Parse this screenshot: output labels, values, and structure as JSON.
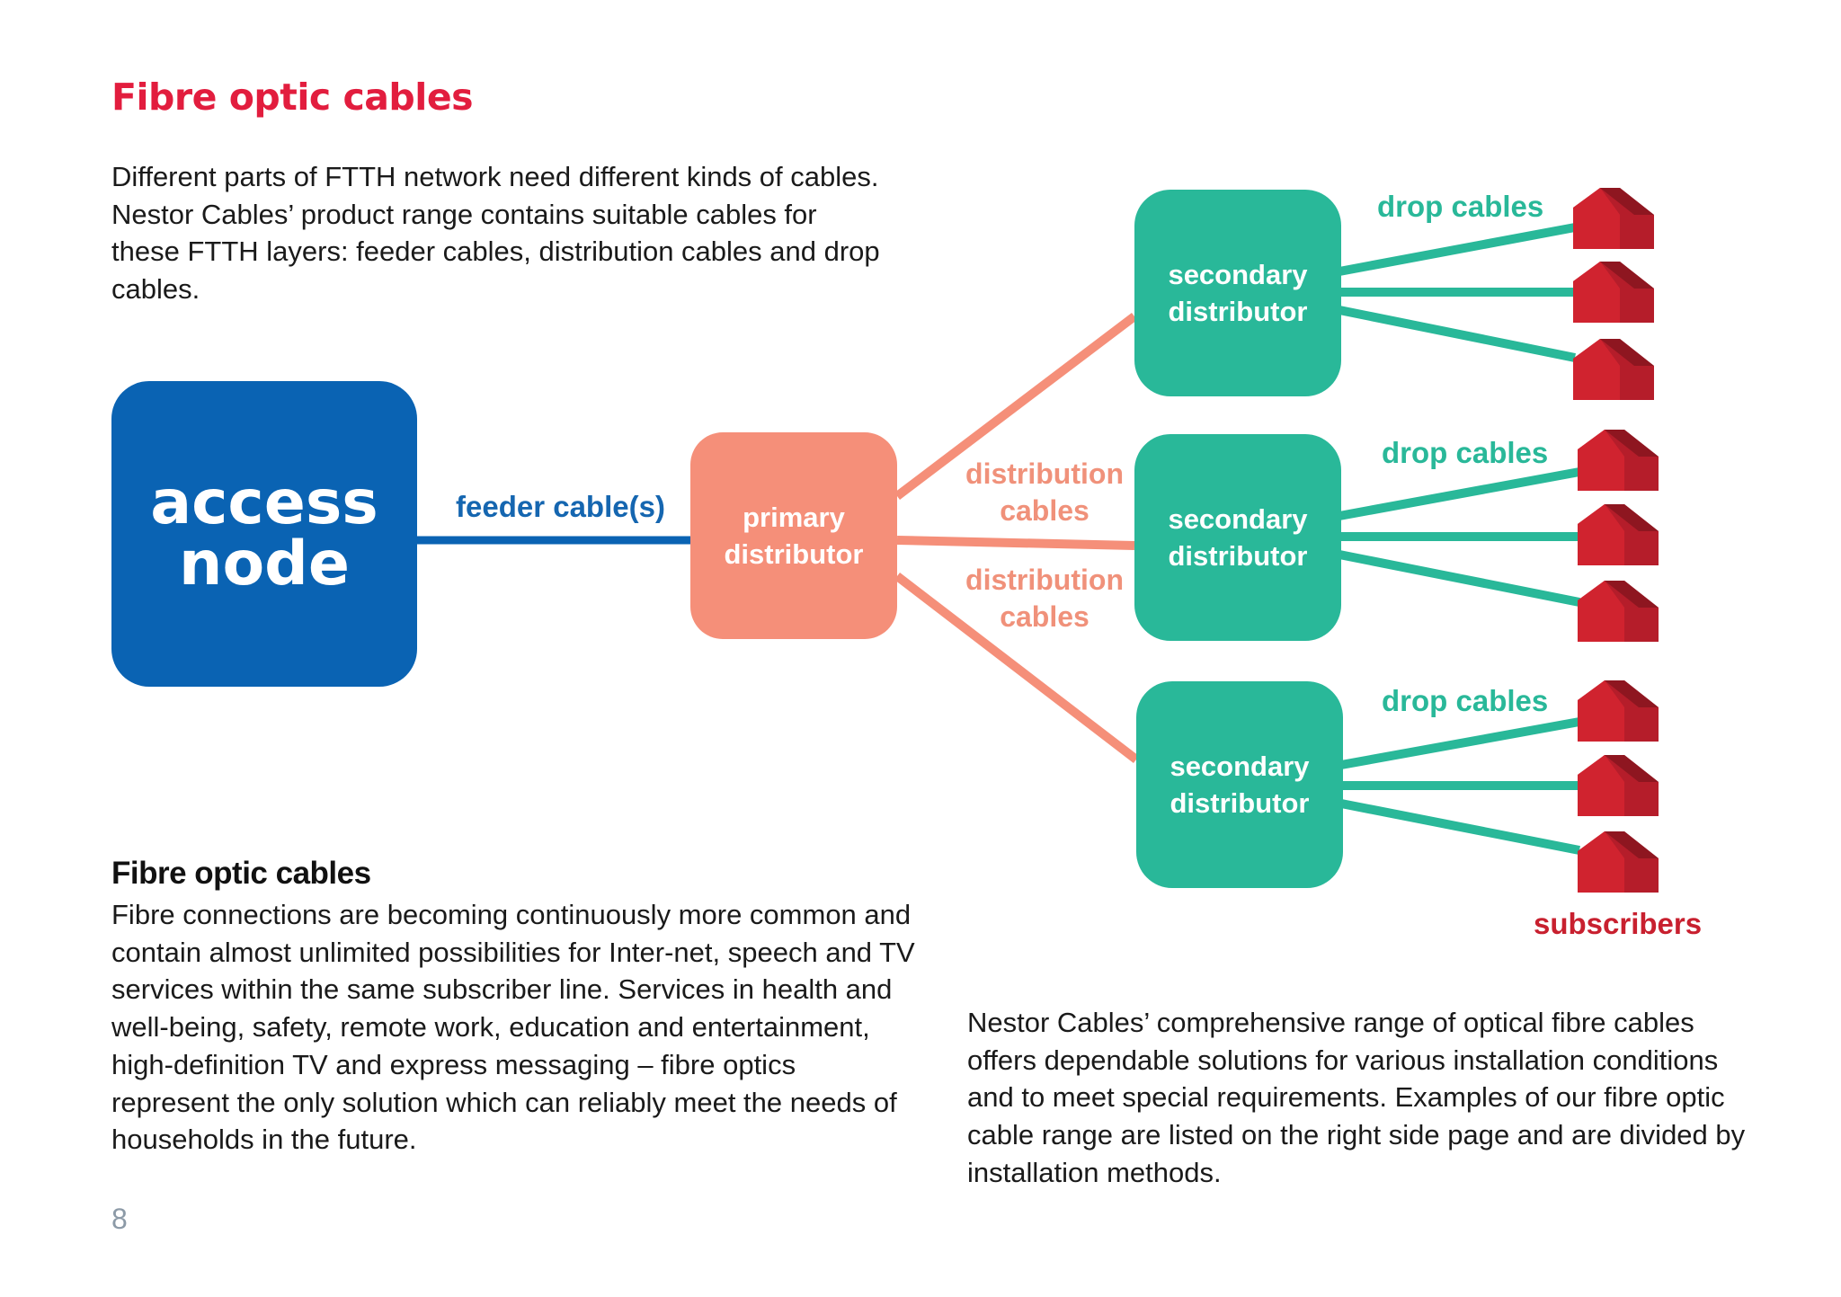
{
  "page": {
    "title": "Fibre optic cables",
    "intro": "Different parts of FTTH network need different kinds of cables. Nestor Cables’ product range contains suitable cables for these FTTH layers: feeder cables, distribution cables and drop cables.",
    "section_heading": "Fibre optic cables",
    "body_left": "Fibre connections are becoming continuously more common and contain almost unlimited possibilities for Inter-net, speech and TV services within the same subscriber line. Services in health and well-being, safety, remote work, education and entertainment, high-definition TV and express messaging – fibre optics represent the only solution which can reliably meet the needs of households in the future.",
    "body_right": "Nestor Cables’ comprehensive range of optical fibre cables offers dependable solutions for various installation conditions and to meet special requirements. Examples of our fibre optic cable range are listed on the right side page and are divided by installation methods.",
    "page_number": "8"
  },
  "diagram": {
    "access_node": {
      "line1": "access",
      "line2": "node"
    },
    "feeder_label": "feeder cable(s)",
    "primary_distributor": {
      "line1": "primary",
      "line2": "distributor"
    },
    "distribution_labels": [
      {
        "line1": "distribution",
        "line2": "cables"
      },
      {
        "line1": "distribution",
        "line2": "cables"
      }
    ],
    "secondary_distributors": [
      {
        "line1": "secondary",
        "line2": "distributor"
      },
      {
        "line1": "secondary",
        "line2": "distributor"
      },
      {
        "line1": "secondary",
        "line2": "distributor"
      }
    ],
    "drop_labels": [
      "drop cables",
      "drop cables",
      "drop cables"
    ],
    "subscribers_label": "subscribers",
    "colors": {
      "title_red": "#e21d3e",
      "feeder_blue": "#0a63b3",
      "distribution_salmon": "#f58f79",
      "drop_teal": "#29b899",
      "house_red": "#d0232f"
    },
    "icons": [
      "house-icon"
    ]
  }
}
